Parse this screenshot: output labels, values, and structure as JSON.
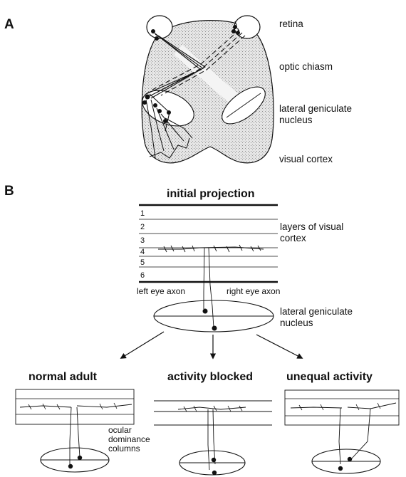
{
  "panel_a": {
    "letter": "A",
    "labels": {
      "retina": "retina",
      "optic_chiasm": "optic chiasm",
      "lgn": "lateral geniculate nucleus",
      "visual_cortex": "visual cortex"
    }
  },
  "panel_b": {
    "letter": "B",
    "initial_projection": "initial projection",
    "layer_numbers": [
      "1",
      "2",
      "3",
      "4",
      "5",
      "6"
    ],
    "layers_label": "layers of visual cortex",
    "left_eye_axon": "left eye axon",
    "right_eye_axon": "right eye axon",
    "lgn_label": "lateral geniculate nucleus",
    "outcomes": [
      "normal adult",
      "activity blocked",
      "unequal activity"
    ],
    "ocular_dominance": "ocular dominance columns"
  },
  "colors": {
    "ink": "#111111",
    "stipple": "#d2d2d2",
    "background": "#ffffff"
  }
}
